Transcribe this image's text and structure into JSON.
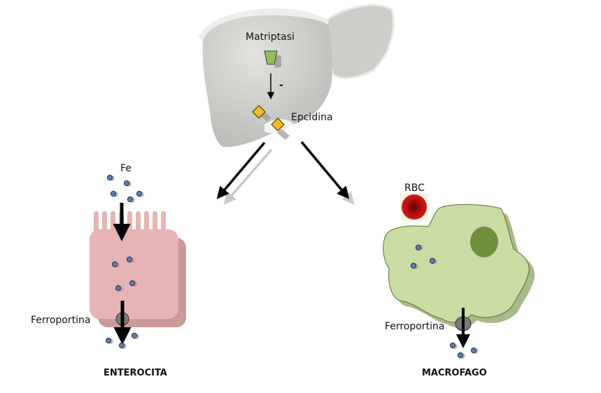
{
  "diagram": {
    "title": "Regolazione del ferro da parte dell'epcidina",
    "liver": {
      "matriptase_label": "Matriptasi",
      "inhibition_sign": "-",
      "hepcidin_label": "Epcidina"
    },
    "enterocyte": {
      "iron_label": "Fe",
      "ferroportin_label": "Ferroportina",
      "cell_label": "ENTEROCITA"
    },
    "macrophage": {
      "rbc_label": "RBC",
      "ferroportin_label": "Ferroportina",
      "cell_label": "MACROFAGO"
    },
    "colors": {
      "liver": "#c9c9c6",
      "matriptase": "#93bf5b",
      "hepcidin": "#f7b926",
      "iron": "#5b7fae",
      "enterocyte": "#e6b4b4",
      "enterocyte_shadow": "#c99a9a",
      "macrophage": "#c9dca3",
      "macrophage_nucleus": "#6f8f3b",
      "rbc": "#c0141a",
      "ferroportin": "#7a7a7a"
    }
  }
}
